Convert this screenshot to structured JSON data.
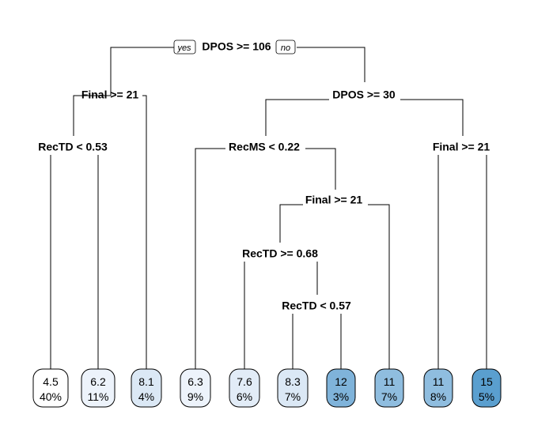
{
  "tree": {
    "branch_labels": {
      "left": "yes",
      "right": "no"
    },
    "splits": [
      {
        "id": "root",
        "label": "DPOS >= 106"
      },
      {
        "id": "n2",
        "label": "Final >= 21"
      },
      {
        "id": "n3",
        "label": "DPOS >= 30"
      },
      {
        "id": "n4",
        "label": "RecTD < 0.53"
      },
      {
        "id": "n6",
        "label": "RecMS < 0.22"
      },
      {
        "id": "n7",
        "label": "Final >= 21"
      },
      {
        "id": "n13",
        "label": "Final >= 21"
      },
      {
        "id": "n26",
        "label": "RecTD >= 0.68"
      },
      {
        "id": "n53",
        "label": "RecTD < 0.57"
      }
    ],
    "leaves": [
      {
        "id": "l1",
        "value": "4.5",
        "percent": "40%",
        "fill": "#ffffff"
      },
      {
        "id": "l2",
        "value": "6.2",
        "percent": "11%",
        "fill": "#edf3fb"
      },
      {
        "id": "l3",
        "value": "8.1",
        "percent": "4%",
        "fill": "#dbe8f5"
      },
      {
        "id": "l4",
        "value": "6.3",
        "percent": "9%",
        "fill": "#edf3fb"
      },
      {
        "id": "l5",
        "value": "7.6",
        "percent": "6%",
        "fill": "#e2ecf7"
      },
      {
        "id": "l6",
        "value": "8.3",
        "percent": "7%",
        "fill": "#dbe8f5"
      },
      {
        "id": "l7",
        "value": "12",
        "percent": "3%",
        "fill": "#7fb3da"
      },
      {
        "id": "l8",
        "value": "11",
        "percent": "7%",
        "fill": "#8fbddf"
      },
      {
        "id": "l9",
        "value": "11",
        "percent": "8%",
        "fill": "#8fbddf"
      },
      {
        "id": "l10",
        "value": "15",
        "percent": "5%",
        "fill": "#5a9fcf"
      }
    ]
  }
}
